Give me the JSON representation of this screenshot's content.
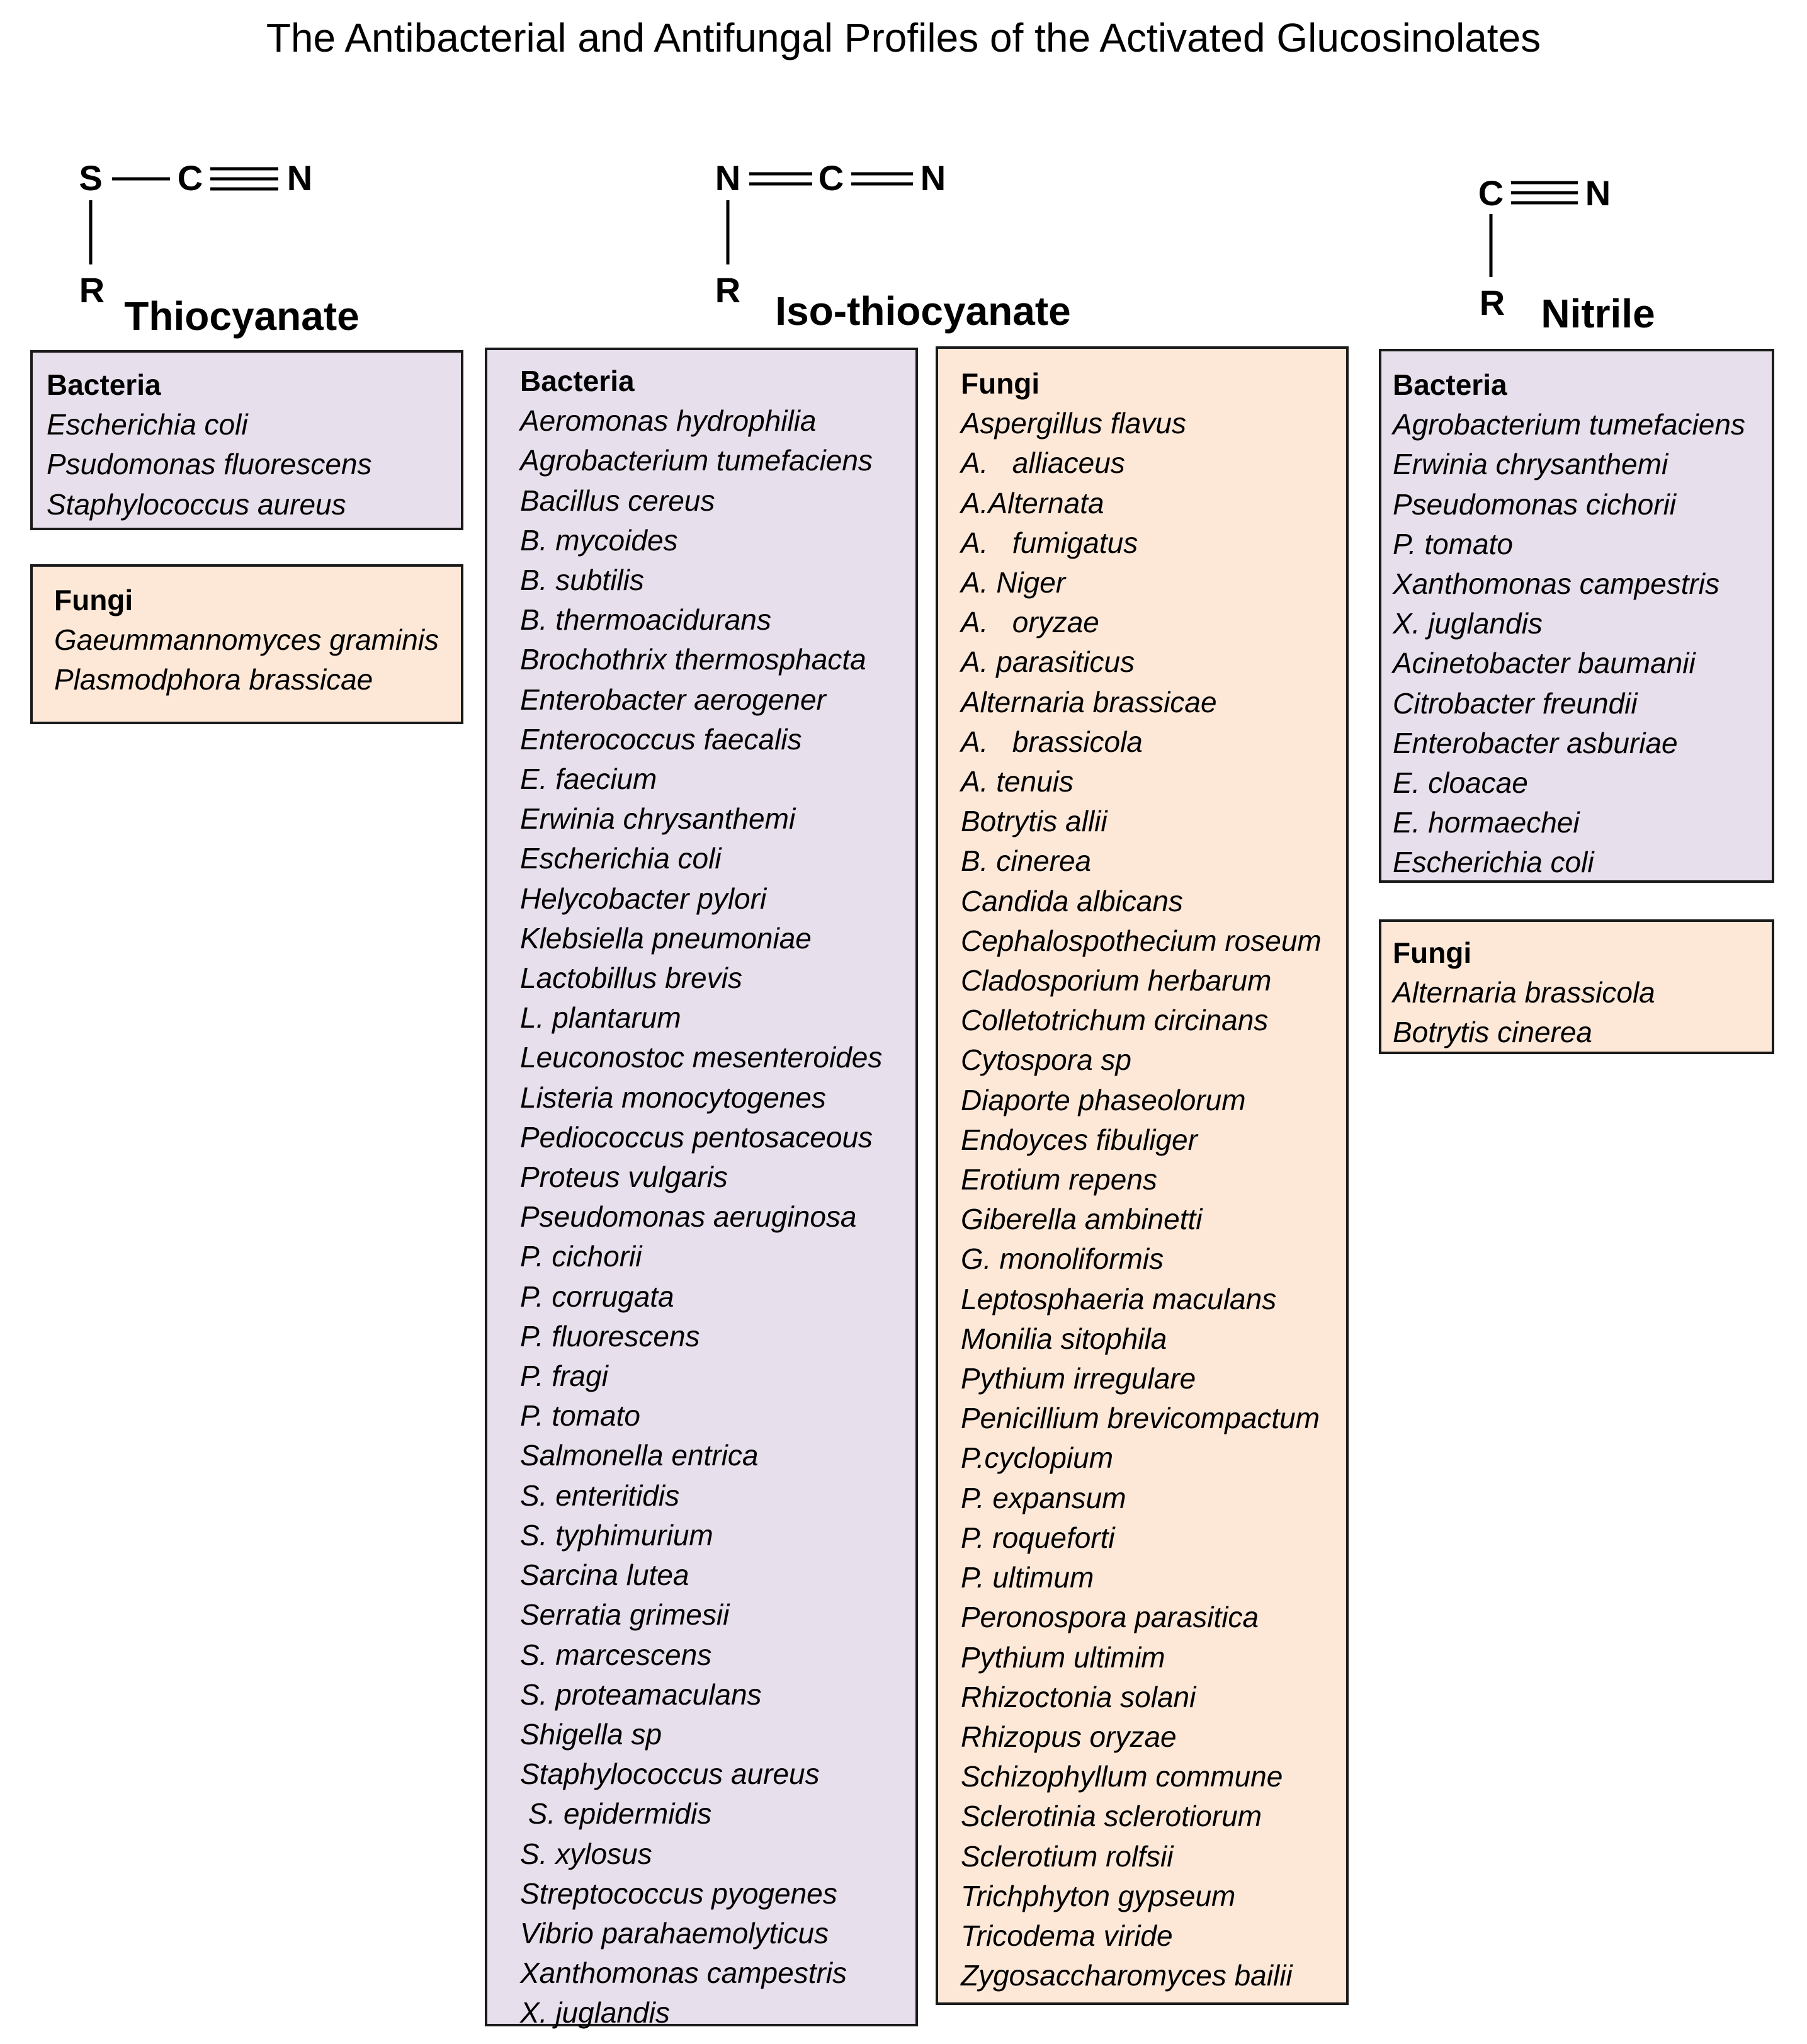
{
  "title": "The Antibacterial and Antifungal Profiles of the Activated Glucosinolates",
  "structures": {
    "thiocyanate": {
      "name": "Thiocyanate",
      "atoms": {
        "s": "S",
        "c": "C",
        "n": "N",
        "r": "R"
      }
    },
    "isothiocyanate": {
      "name": "Iso-thiocyanate",
      "atoms": {
        "n1": "N",
        "c": "C",
        "n2": "N",
        "r": "R"
      }
    },
    "nitrile": {
      "name": "Nitrile",
      "atoms": {
        "c": "C",
        "n": "N",
        "r": "R"
      }
    }
  },
  "colors": {
    "bacteria_box": "#e7dfeb",
    "fungi_box": "#fde8d8",
    "border": "#1a1a1a"
  },
  "thiocyanate": {
    "bacteria": {
      "heading": "Bacteria",
      "items": [
        "Escherichia coli",
        "Psudomonas fluorescens",
        "Staphylococcus aureus"
      ]
    },
    "fungi": {
      "heading": "Fungi",
      "items": [
        "Gaeummannomyces graminis",
        "Plasmodphora brassicae"
      ]
    }
  },
  "isothiocyanate": {
    "bacteria": {
      "heading": "Bacteria",
      "items": [
        "Aeromonas hydrophilia",
        "Agrobacterium tumefaciens",
        "Bacillus cereus",
        "B. mycoides",
        "B. subtilis",
        "B. thermoacidurans",
        "Brochothrix thermosphacta",
        "Enterobacter aerogener",
        "Enterococcus faecalis",
        "E. faecium",
        "Erwinia chrysanthemi",
        "Escherichia coli",
        "Helycobacter pylori",
        "Klebsiella pneumoniae",
        "Lactobillus brevis",
        "L. plantarum",
        "Leuconostoc mesenteroides",
        "Listeria monocytogenes",
        "Pediococcus pentosaceous",
        "Proteus vulgaris",
        "Pseudomonas aeruginosa",
        "P. cichorii",
        "P. corrugata",
        "P. fluorescens",
        "P. fragi",
        "P. tomato",
        "Salmonella entrica",
        "S. enteritidis",
        "S. typhimurium",
        "Sarcina lutea",
        "Serratia grimesii",
        "S. marcescens",
        "S. proteamaculans",
        "Shigella sp",
        "Staphylococcus aureus",
        " S. epidermidis",
        "S. xylosus",
        "Streptococcus pyogenes",
        "Vibrio parahaemolyticus",
        "Xanthomonas campestris",
        "X. juglandis"
      ]
    },
    "fungi": {
      "heading": "Fungi",
      "items": [
        "Aspergillus flavus",
        "A.   alliaceus",
        "A.Alternata",
        "A.   fumigatus",
        "A. Niger",
        "A.   oryzae",
        "A. parasiticus",
        "Alternaria brassicae",
        "A.   brassicola",
        "A. tenuis",
        "Botrytis allii",
        "B. cinerea",
        "Candida albicans",
        "Cephalospothecium roseum",
        "Cladosporium herbarum",
        "Colletotrichum circinans",
        "Cytospora sp",
        "Diaporte phaseolorum",
        "Endoyces fibuliger",
        "Erotium repens",
        "Giberella ambinetti",
        "G. monoliformis",
        "Leptosphaeria maculans",
        "Monilia sitophila",
        "Pythium irregulare",
        "Penicillium brevicompactum",
        "P.cyclopium",
        "P. expansum",
        "P. roqueforti",
        "P. ultimum",
        "Peronospora parasitica",
        "Pythium ultimim",
        "Rhizoctonia solani",
        "Rhizopus oryzae",
        "Schizophyllum commune",
        "Sclerotinia sclerotiorum",
        "Sclerotium rolfsii",
        "Trichphyton gypseum",
        "Tricodema viride",
        "Zygosaccharomyces bailii"
      ]
    }
  },
  "nitrile": {
    "bacteria": {
      "heading": "Bacteria",
      "items": [
        "Agrobacterium tumefaciens",
        "Erwinia chrysanthemi",
        "Pseudomonas cichorii",
        "P. tomato",
        "Xanthomonas campestris",
        "X. juglandis",
        "Acinetobacter baumanii",
        "Citrobacter freundii",
        "Enterobacter asburiae",
        "E. cloacae",
        "E. hormaechei",
        "Escherichia coli"
      ]
    },
    "fungi": {
      "heading": "Fungi",
      "items": [
        "Alternaria brassicola",
        "Botrytis cinerea"
      ]
    }
  }
}
